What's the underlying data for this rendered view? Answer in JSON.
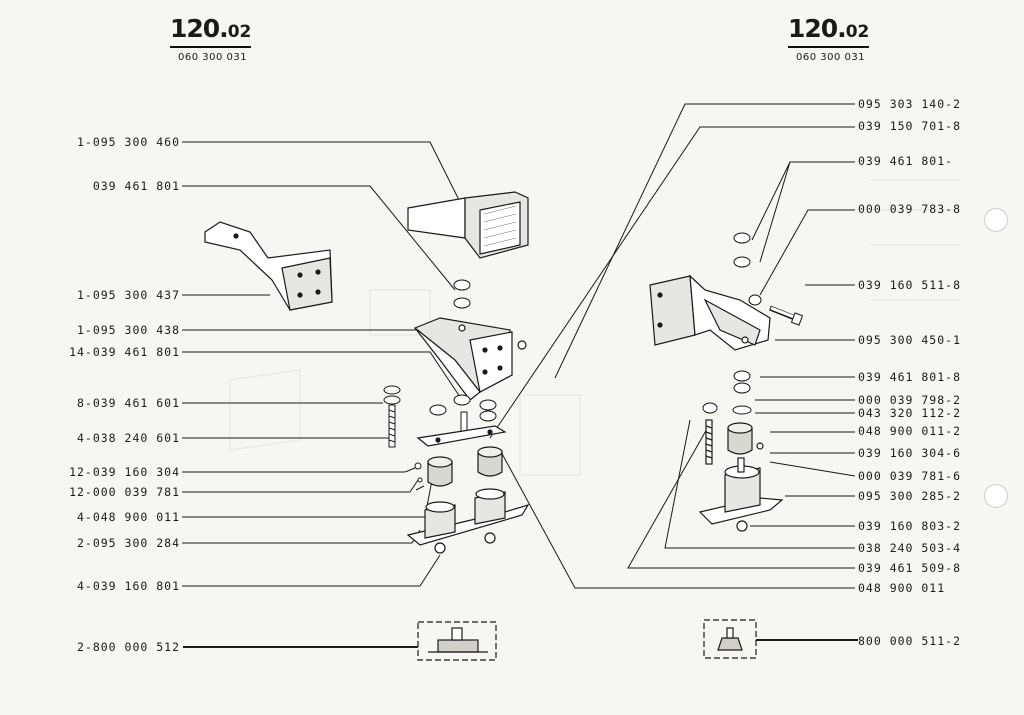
{
  "header": {
    "left_page": {
      "main": "120.",
      "sub": "02",
      "ref": "060 300 031"
    },
    "right_page": {
      "main": "120.",
      "sub": "02",
      "ref": "060 300 031"
    }
  },
  "left_labels": [
    "1-095 300 460",
    "039 461 801",
    "1-095 300 437",
    "1-095 300 438",
    "14-039 461 801",
    "8-039 461 601",
    "4-038 240 601",
    "12-039 160 304",
    "12-000 039 781",
    "4-048 900 011",
    "2-095 300 284",
    "4-039 160 801",
    "2-800 000 512"
  ],
  "right_labels": [
    "095 303 140-2",
    "039 150 701-8",
    "039 461 801-",
    "000 039 783-8",
    "039 160 511-8",
    "095 300 450-1",
    "039 461 801-8",
    "000 039 798-2",
    "043 320 112-2",
    "048 900 011-2",
    "039 160 304-6",
    "000 039 781-6",
    "095 300 285-2",
    "039 160 803-2",
    "038 240 503-4",
    "039 461 509-8",
    "048 900 011",
    "800 000 511-2"
  ]
}
